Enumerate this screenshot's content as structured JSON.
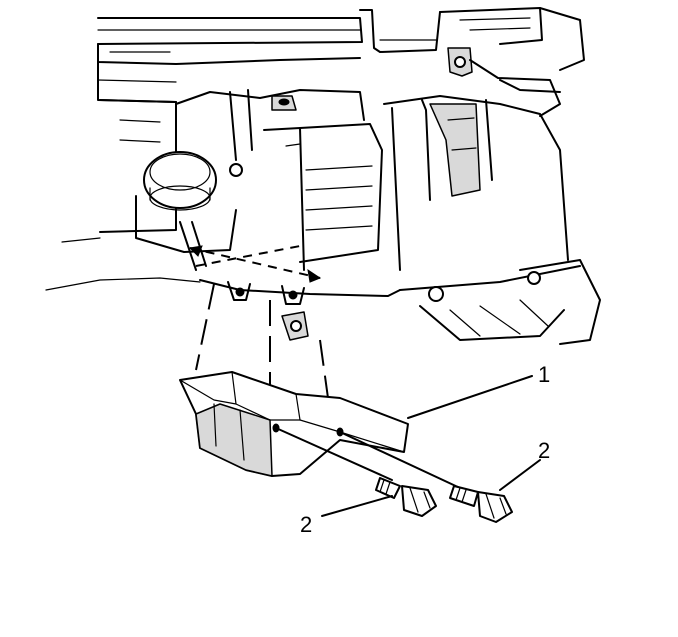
{
  "callouts": {
    "part_1": "1",
    "part_2_upper": "2",
    "part_2_lower": "2"
  }
}
